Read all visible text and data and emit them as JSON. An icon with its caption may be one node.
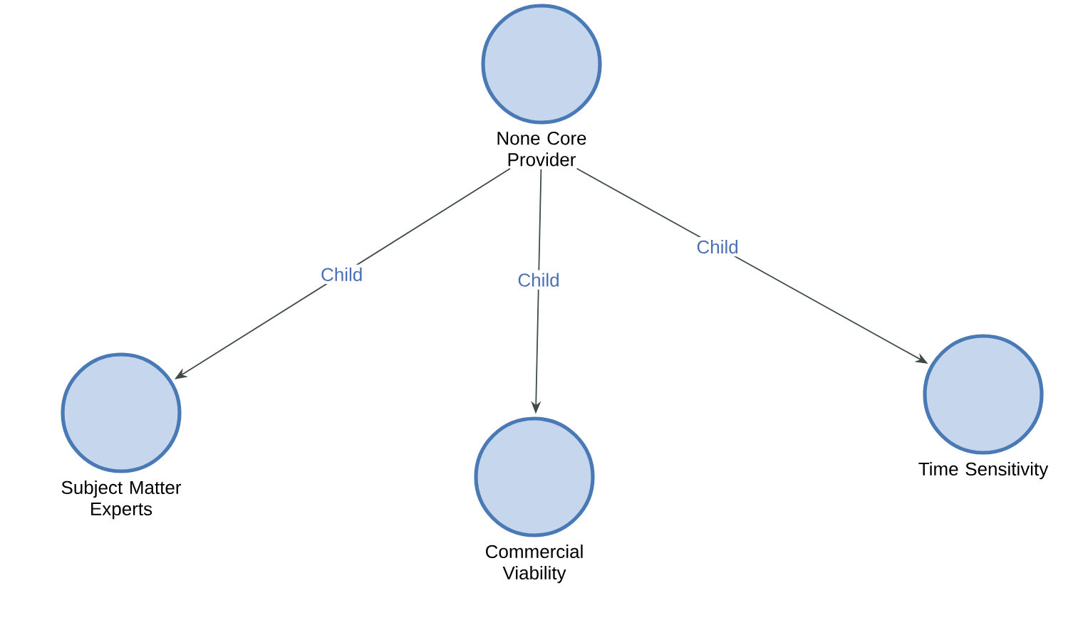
{
  "diagram": {
    "nodes": [
      {
        "text": [
          "None Core Provider"
        ]
      },
      {
        "text": [
          "Subject Matter Experts"
        ]
      },
      {
        "text": [
          "Commercial Viability"
        ]
      },
      {
        "text": [
          "Time Sensitivity"
        ]
      }
    ],
    "edges": [
      {
        "from": 0,
        "to": 1,
        "arrow": "to",
        "label": "Child"
      },
      {
        "from": 0,
        "to": 2,
        "arrow": "to",
        "label": "Child"
      },
      {
        "from": 0,
        "to": 3,
        "arrow": "to",
        "label": "Child"
      }
    ]
  }
}
